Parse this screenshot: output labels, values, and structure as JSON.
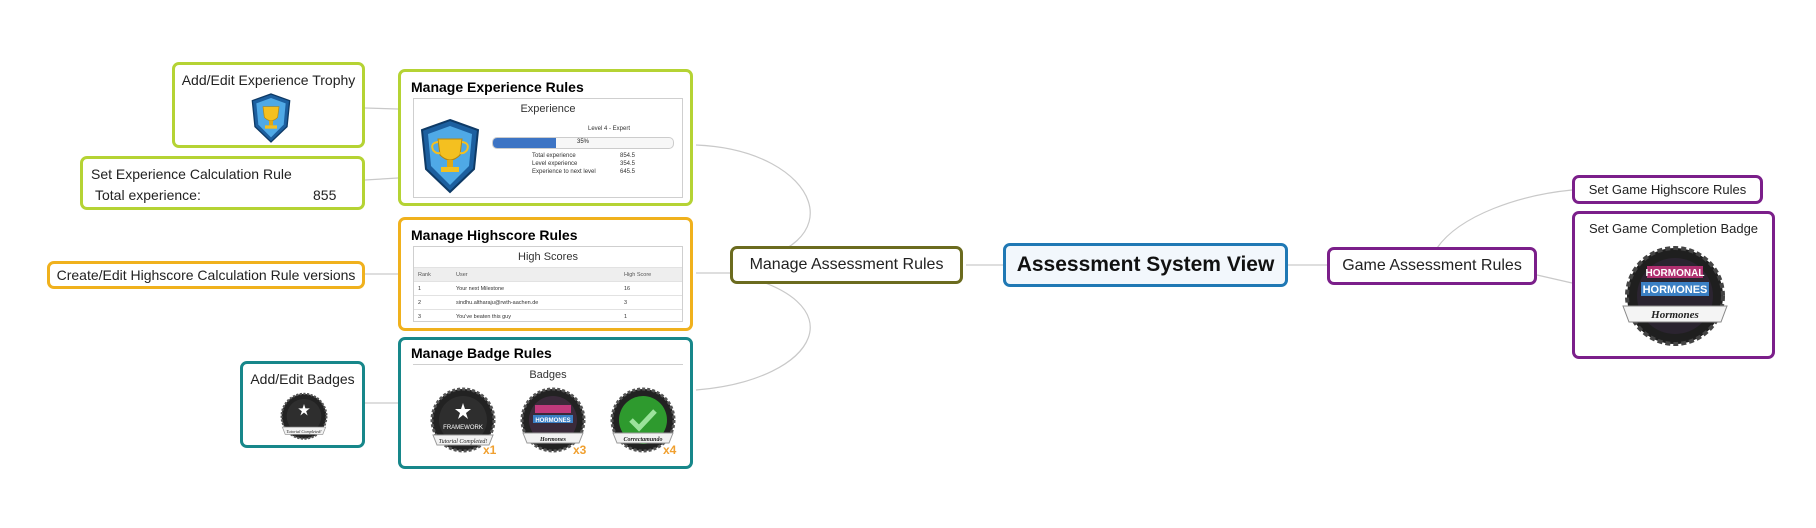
{
  "root": {
    "label": "Assessment System View",
    "color": "#1f78b4"
  },
  "left": {
    "label": "Manage Assessment Rules",
    "color": "#6b6b1f",
    "experience": {
      "title": "Manage Experience Rules",
      "color": "#b5d334",
      "panel_title": "Experience",
      "level_text": "Level 4 - Expert",
      "progress_text": "35%",
      "progress_value": 0.35,
      "stats": [
        {
          "label": "Total experience",
          "value": "854.5"
        },
        {
          "label": "Level experience",
          "value": "354.5"
        },
        {
          "label": "Experience to next level",
          "value": "645.5"
        }
      ],
      "children": [
        {
          "label": "Add/Edit Experience Trophy"
        },
        {
          "label": "Set Experience Calculation Rule",
          "sub_label": "Total experience:",
          "sub_value": "855"
        }
      ]
    },
    "highscore": {
      "title": "Manage Highscore Rules",
      "color": "#f0b11d",
      "panel_title": "High Scores",
      "columns": [
        "Rank",
        "User",
        "High Score"
      ],
      "rows": [
        [
          "1",
          "Your next Milestone",
          "16"
        ],
        [
          "2",
          "sindhu.altharaju@rwth-aachen.de",
          "3"
        ],
        [
          "3",
          "You've beaten this guy",
          "1"
        ]
      ],
      "children": [
        {
          "label": "Create/Edit Highscore Calculation Rule versions"
        }
      ]
    },
    "badges": {
      "title": "Manage Badge Rules",
      "color": "#17878a",
      "panel_title": "Badges",
      "items": [
        {
          "name": "FRAMEWORK",
          "caption": "Tutorial Completed!",
          "count": "x1"
        },
        {
          "name": "HORMONES",
          "caption": "Hormones",
          "count": "x3"
        },
        {
          "name": "",
          "caption": "Correctamundo",
          "count": "x4"
        }
      ],
      "children": [
        {
          "label": "Add/Edit Badges",
          "badge_caption": "Tutorial Completed!"
        }
      ]
    }
  },
  "right": {
    "label": "Game Assessment Rules",
    "color": "#7b1f8a",
    "children": [
      {
        "label": "Set Game Highscore Rules"
      },
      {
        "label": "Set Game Completion Badge",
        "badge_top": "HORMONAL",
        "badge_caption": "Hormones"
      }
    ]
  }
}
